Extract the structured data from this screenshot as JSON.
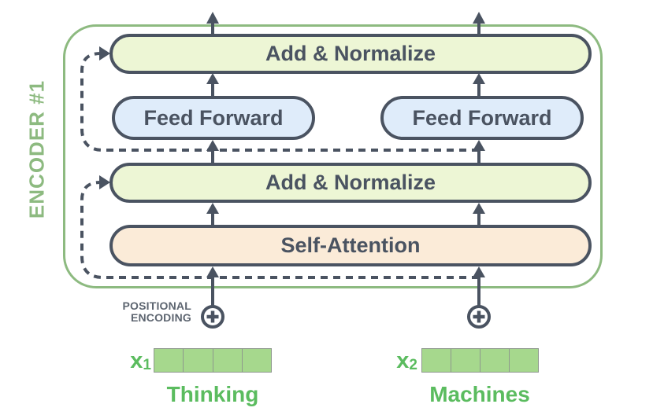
{
  "diagram": {
    "encoder_label": "ENCODER #1",
    "blocks": {
      "add_normalize_top": "Add & Normalize",
      "feed_forward_left": "Feed Forward",
      "feed_forward_right": "Feed Forward",
      "add_normalize_bottom": "Add & Normalize",
      "self_attention": "Self-Attention"
    },
    "positional_encoding_label": {
      "line1": "POSITIONAL",
      "line2": "ENCODING"
    },
    "inputs": [
      {
        "var": "x",
        "sub": "1",
        "word": "Thinking",
        "cells": 4
      },
      {
        "var": "x",
        "sub": "2",
        "word": "Machines",
        "cells": 4
      }
    ],
    "colors": {
      "encoder_border": "#8dba80",
      "outline_dark": "#4a5361",
      "add_normalize_fill": "#edf6d5",
      "feed_forward_fill": "#dfecfa",
      "self_attention_fill": "#fbebd8",
      "vector_fill": "#a6d88d",
      "vector_border": "#8e988d",
      "label_green": "#5bbc5f",
      "positional_text": "#5d6570"
    }
  }
}
